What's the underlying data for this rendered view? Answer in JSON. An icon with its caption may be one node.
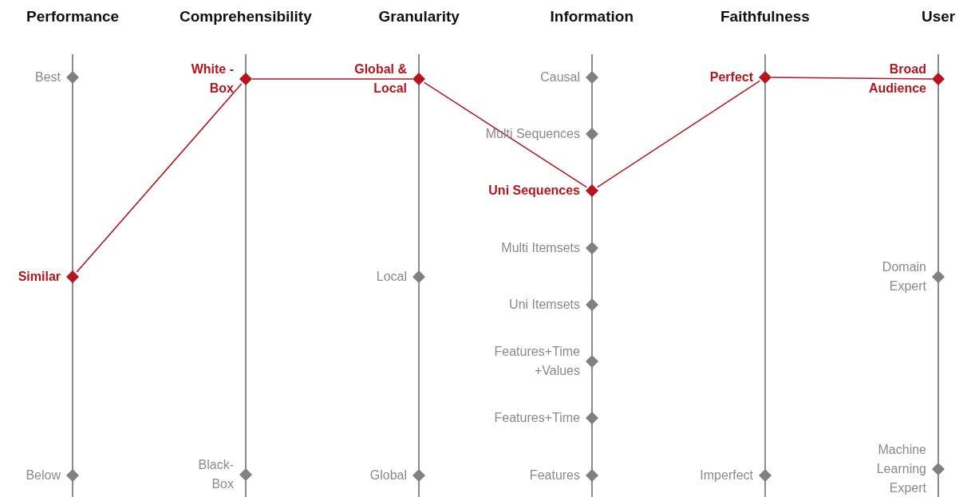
{
  "diagram": {
    "nodes": [
      {
        "text": [
          "Best"
        ]
      },
      {
        "text": [
          "Similar"
        ]
      },
      {
        "text": [
          "Below"
        ]
      },
      {
        "text": [
          "White -Box"
        ]
      },
      {
        "text": [
          "Black- Box"
        ]
      },
      {
        "text": [
          "Global & Local"
        ]
      },
      {
        "text": [
          "Local"
        ]
      },
      {
        "text": [
          "Global"
        ]
      },
      {
        "text": [
          "Causal"
        ]
      },
      {
        "text": [
          "Multi Sequences"
        ]
      },
      {
        "text": [
          "Uni Sequences"
        ]
      },
      {
        "text": [
          "Multi Itemsets"
        ]
      },
      {
        "text": [
          "Uni Itemsets"
        ]
      },
      {
        "text": [
          "Features+Time +Values"
        ]
      },
      {
        "text": [
          "Features+Time"
        ]
      },
      {
        "text": [
          "Features"
        ]
      },
      {
        "text": [
          "Perfect"
        ]
      },
      {
        "text": [
          "Imperfect"
        ]
      },
      {
        "text": [
          "Broad Audience"
        ]
      },
      {
        "text": [
          "Domain Expert"
        ]
      },
      {
        "text": [
          "Machine Learning Expert"
        ]
      }
    ],
    "edges": [
      {
        "from": 1,
        "to": 3,
        "arrow": "none"
      },
      {
        "from": 3,
        "to": 5,
        "arrow": "none"
      },
      {
        "from": 5,
        "to": 10,
        "arrow": "none"
      },
      {
        "from": 10,
        "to": 16,
        "arrow": "none"
      },
      {
        "from": 16,
        "to": 18,
        "arrow": "none"
      }
    ],
    "labels": [
      "Performance",
      "Comprehensibility",
      "Granularity",
      "Information",
      "Faithfulness",
      "User"
    ]
  }
}
